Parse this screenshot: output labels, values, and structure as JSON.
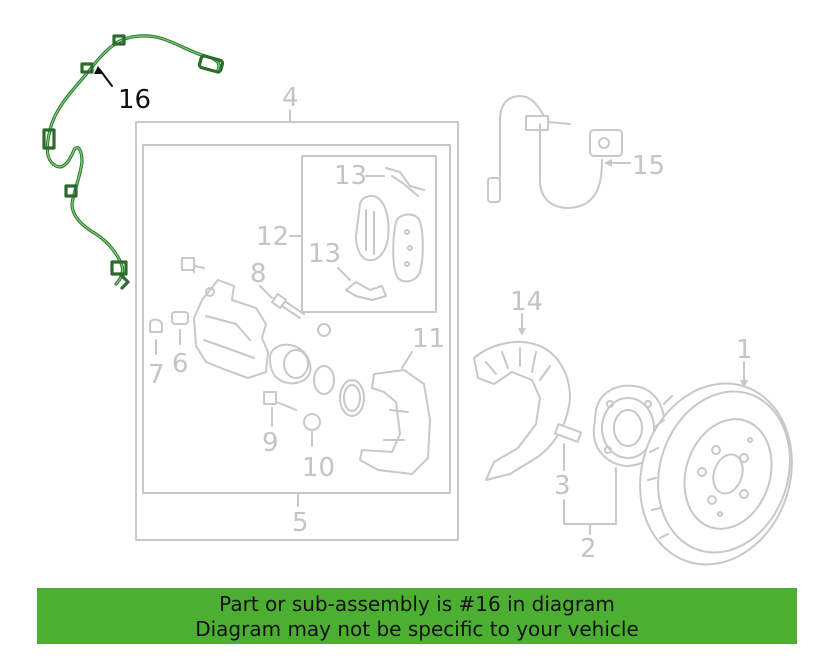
{
  "diagram": {
    "callouts": {
      "c1": "1",
      "c2": "2",
      "c3": "3",
      "c4": "4",
      "c5": "5",
      "c6": "6",
      "c7": "7",
      "c8": "8",
      "c9": "9",
      "c10": "10",
      "c11": "11",
      "c12": "12",
      "c13a": "13",
      "c13b": "13",
      "c14": "14",
      "c15": "15",
      "c16": "16"
    },
    "highlighted_part": "16",
    "highlight_color": "#4caf32",
    "part_color": "#c8c8c8"
  },
  "banner": {
    "line1": "Part or sub-assembly is #16 in diagram",
    "line2": "Diagram may not be specific to your vehicle"
  }
}
